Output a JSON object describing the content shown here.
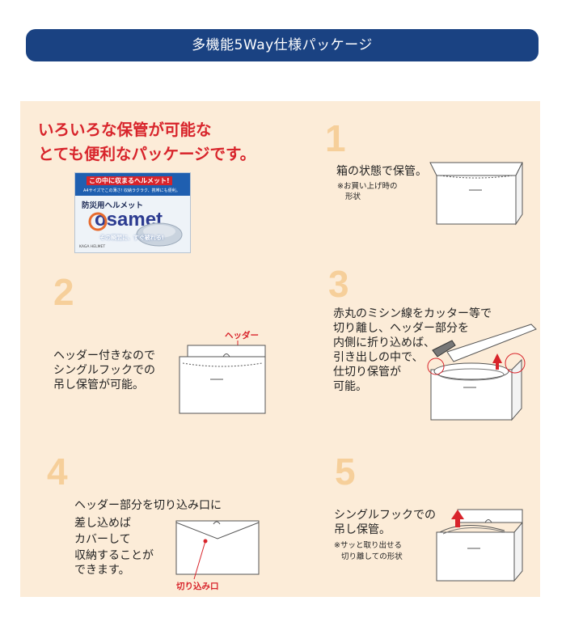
{
  "banner": {
    "title": "多機能5Way仕様パッケージ"
  },
  "headline": {
    "line1": "いろいろな保管が可能な",
    "line2": "とても便利なパッケージです。"
  },
  "product": {
    "red_text": "この中に収まるヘルメット!",
    "sub_text": "A4サイズでこの薄さ! 収納ラクラク、携帯にも便利。",
    "name_jp": "防災用ヘルメット",
    "brand": "osamet",
    "slogan": "その瞬間に、すぐ被れる!",
    "footer": "KAGA HELMET"
  },
  "steps": [
    {
      "number": "1",
      "text": [
        "箱の状態で保管。"
      ],
      "note": [
        "※お買い上げ時の",
        "形状"
      ]
    },
    {
      "number": "2",
      "text": [
        "ヘッダー付きなので",
        "シングルフックでの",
        "吊し保管が可能。"
      ],
      "label": "ヘッダー"
    },
    {
      "number": "3",
      "text": [
        "赤丸のミシン線をカッター等で",
        "切り離し、ヘッダー部分を",
        "内側に折り込めば、",
        "引き出しの中で、",
        "仕切り保管が",
        "可能。"
      ]
    },
    {
      "number": "4",
      "text": [
        "ヘッダー部分を切り込み口に",
        "差し込めば",
        "カバーして",
        "収納することが",
        "できます。"
      ],
      "label": "切り込み口"
    },
    {
      "number": "5",
      "text": [
        "シングルフックでの",
        "吊し保管。"
      ],
      "note": [
        "※サッと取り出せる",
        "切り離しての形状"
      ]
    }
  ],
  "colors": {
    "banner": "#1a4282",
    "panel": "#fcecd8",
    "accent_red": "#d8242b",
    "number": "#f6cf9a"
  }
}
